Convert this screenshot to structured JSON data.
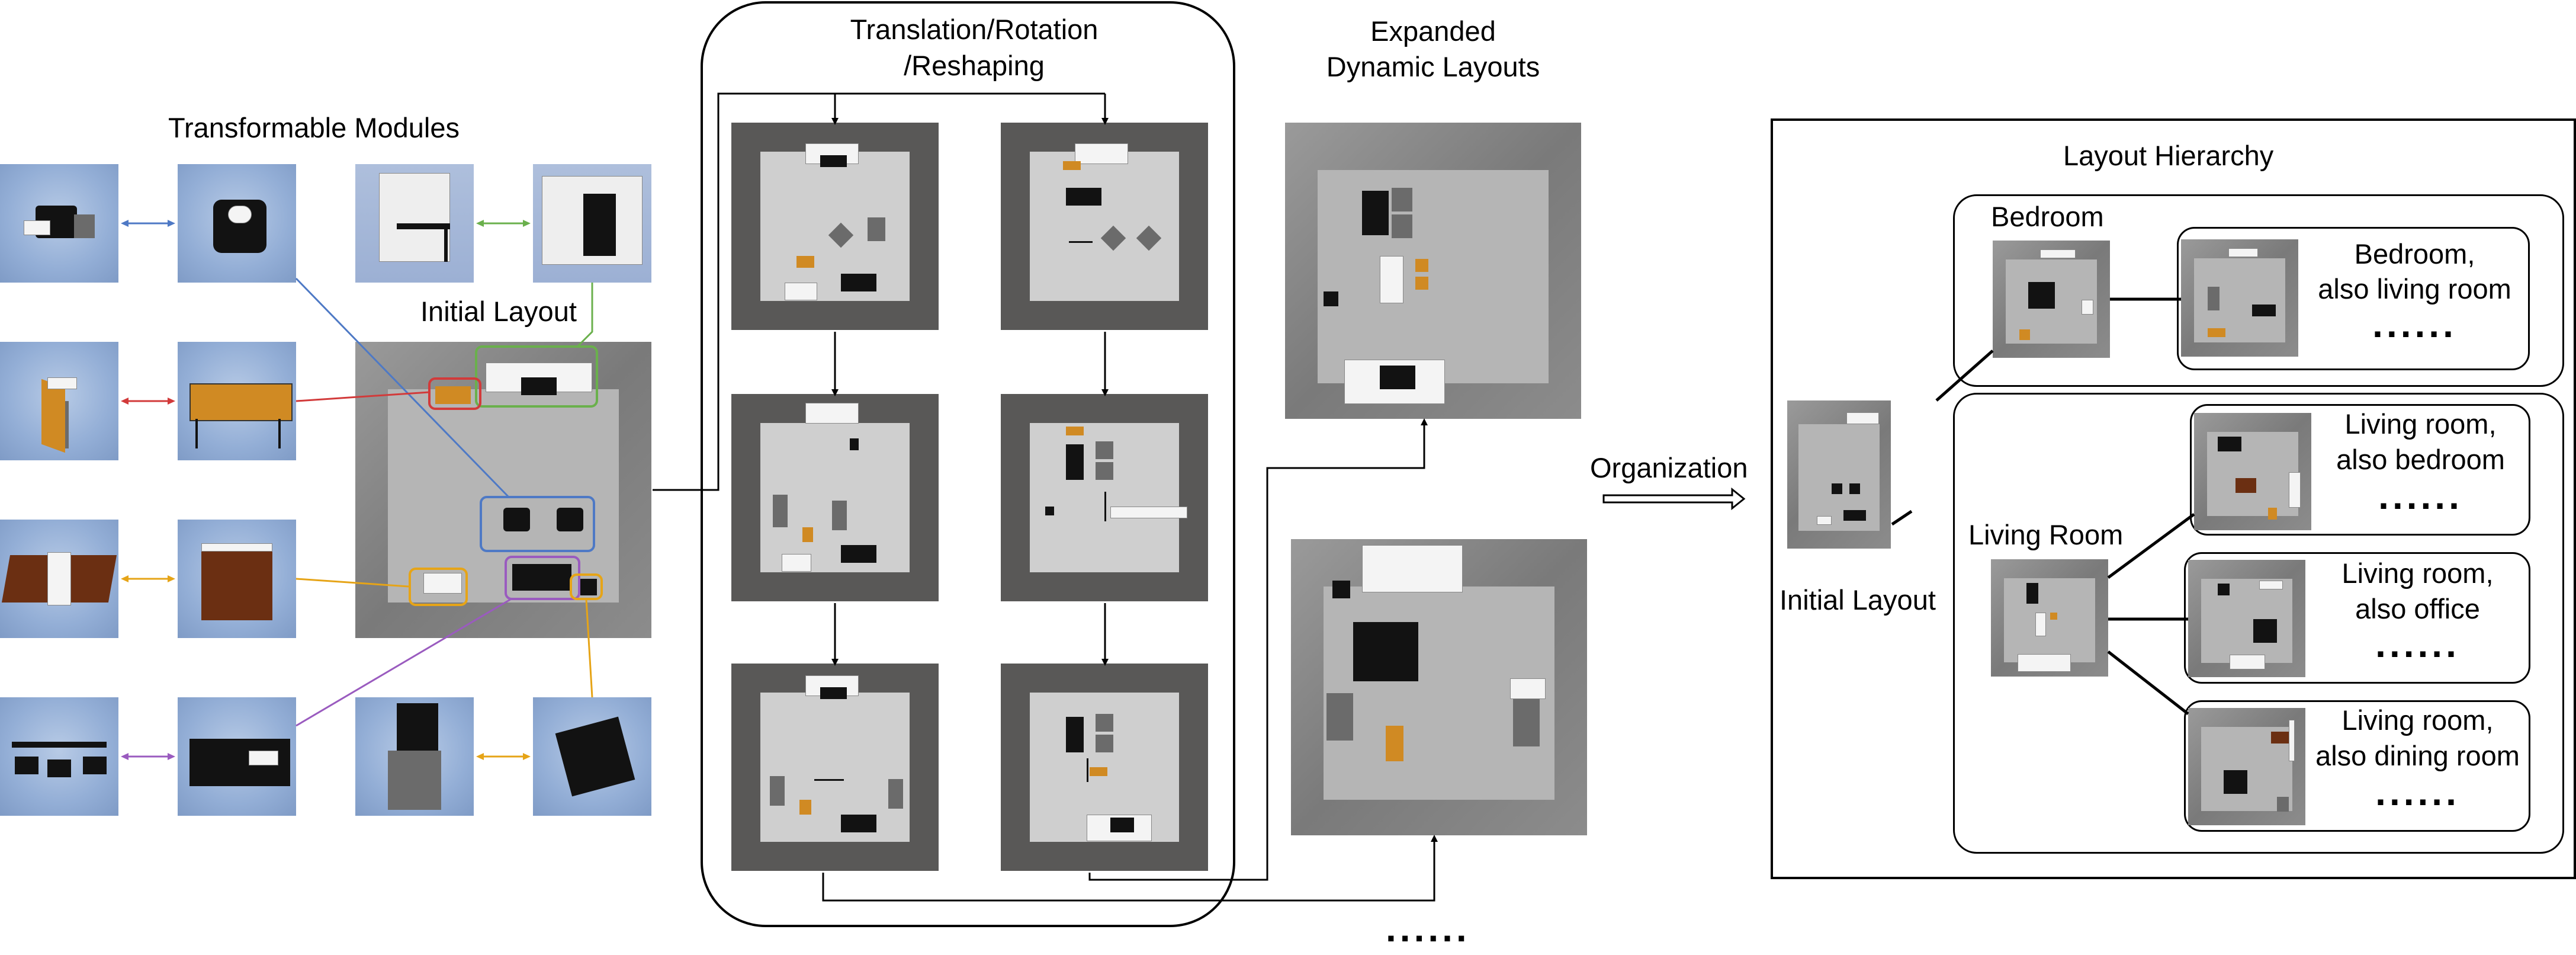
{
  "labels": {
    "transformable_modules": "Transformable Modules",
    "initial_layout_left": "Initial Layout",
    "translation_l1": "Translation/Rotation",
    "translation_l2": "/Reshaping",
    "expanded_l1": "Expanded",
    "expanded_l2": "Dynamic Layouts",
    "organization": "Organization",
    "layout_hierarchy": "Layout Hierarchy",
    "bedroom": "Bedroom",
    "living_room": "Living Room",
    "initial_layout_right": "Initial Layout",
    "bottom_dots": "......"
  },
  "hierarchy_items": [
    {
      "line1": "Bedroom,",
      "line2": "also living room",
      "dots": "......"
    },
    {
      "line1": "Living room,",
      "line2": "also bedroom",
      "dots": "......"
    },
    {
      "line1": "Living room,",
      "line2": "also office",
      "dots": "......"
    },
    {
      "line1": "Living room,",
      "line2": "also dining room",
      "dots": "......"
    }
  ],
  "colors": {
    "blue": "#4e79c5",
    "green": "#6ab04c",
    "red": "#d23a3a",
    "orange": "#e6a417",
    "purple": "#9a5bbf"
  }
}
